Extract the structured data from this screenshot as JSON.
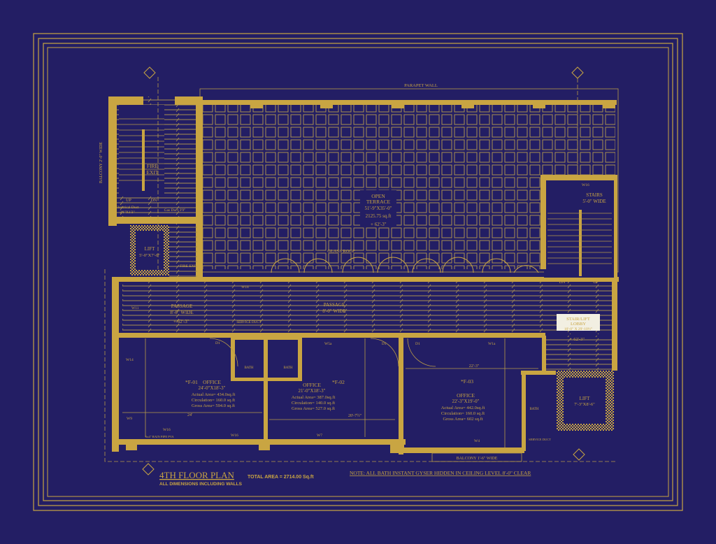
{
  "title": "4TH FLOOR PLAN",
  "subtitle": "ALL DIMENSIONS INCLUDING WALLS",
  "total_area": "TOTAL AREA  =  2714.00 Sq.ft",
  "note": "NOTE:  ALL BATH INSTANT GYSER HIDDEN IN CEILING LEVEL  8'-0\" CLEAR",
  "colors": {
    "background": "#231e64",
    "linework": "#c9a542"
  },
  "labels": {
    "parapet": "PARAPET WALL",
    "glass_roof": "GLASS ROOF",
    "terrace": {
      "name1": "OPEN",
      "name2": "TERRACE",
      "size": "51'-9\"X35'-0\"",
      "area": "2125.75 sq.ft",
      "level": "+ 62'-3\""
    },
    "fire_exit": {
      "l1": "FIRE",
      "l2": "EXIT"
    },
    "electrical_duct": "Electrical Duct",
    "electrical_size": "2'1\"X1'3\"",
    "gas_duct": "Gas Duct 3'9\"",
    "balcony_left": "BALCONY 2'-0\" WIDE",
    "lift_left": {
      "name": "LIFT",
      "size": "5'-0\"X7'-0\""
    },
    "fire_exit_door": "FIRE EXIT",
    "passage_left": {
      "name": "PASSAGE",
      "width": "8'-0\" WIDE",
      "level": "+ 62'-3\""
    },
    "passage_mid": {
      "name": "PASSAGE",
      "width": "8'-0\" WIDE"
    },
    "service_duct": "SERVICE DUCT",
    "stairs_right": {
      "name": "STAIRS",
      "width": "5'-0\" WIDE"
    },
    "lobby": {
      "l1": "STAIR/LIFT",
      "l2": "LOBBY",
      "size": "10'-0\" X 29'-10½\"",
      "level": "+ 62'-3\""
    },
    "lift_right": {
      "name": "LIFT",
      "size": "7'-3\"X8'-6\""
    },
    "service_duct_right": "SERVICE DUCT",
    "balcony_bottom": "BALCONY 1'-6\" WIDE",
    "bath": "BATH",
    "up": "UP",
    "dn": "DN",
    "rain_pipe": "6x4\" RAIN PIPE PVA"
  },
  "offices": [
    {
      "id": "*F-01",
      "name": "OFFICE",
      "size": "24'-0\"X18'-3\"",
      "actual": "Actual Area= 434.0sq.ft",
      "circulation": "Circulation= 160.0 sq.ft",
      "gross": "Gross Area= 594.0 sq.ft",
      "dim": "24'"
    },
    {
      "id": "*F-02",
      "name": "OFFICE",
      "size": "21'-0\"X18'-3\"",
      "actual": "Actual Area= 387.0sq.ft",
      "circulation": "Circulation= 140.0 sq.ft",
      "gross": "Gross Area= 527.0 sq.ft",
      "dim": "20'-7½\""
    },
    {
      "id": "*F-03",
      "name": "OFFICE",
      "size": "22'-3\"X19'-0\"",
      "actual": "Actual Area= 442.0sq.ft",
      "circulation": "Circulation= 160.0 sq.ft",
      "gross": "Gross Area= 602 sq.ft",
      "dim": "22'-3\""
    }
  ],
  "tags": {
    "d1": "D1",
    "w11": "W11",
    "w14": "W14",
    "w16": "W16",
    "w18": "W18",
    "w5a": "W5a",
    "w1a": "W1a",
    "w4": "W4",
    "w7": "W7",
    "w9": "W9"
  }
}
